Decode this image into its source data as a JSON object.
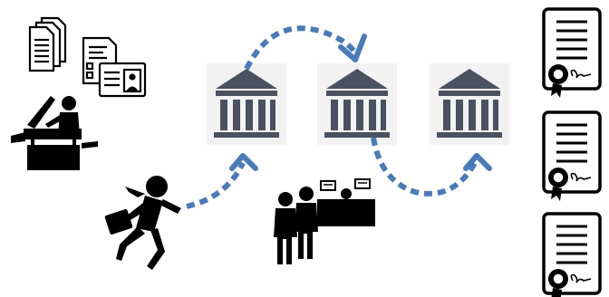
{
  "diagram": {
    "colors": {
      "icon": "#000000",
      "building": "#4a5160",
      "building_bg": "#f2f2f2",
      "arrow": "#4a7ab8",
      "background": "#ffffff"
    },
    "icons": {
      "documents": "document-stack-icon",
      "forms": "form-and-id-card-icon",
      "copier": "photocopier-operator-icon",
      "runner": "running-businessman-icon",
      "queue": "people-at-counter-icon",
      "institution": "bank-building-icon",
      "certificate": "certificate-with-seal-icon"
    },
    "building_count": 3,
    "certificate_count": 3,
    "flow": [
      "runner-to-first-building",
      "first-building-to-second-building",
      "second-building-to-third-building"
    ]
  }
}
